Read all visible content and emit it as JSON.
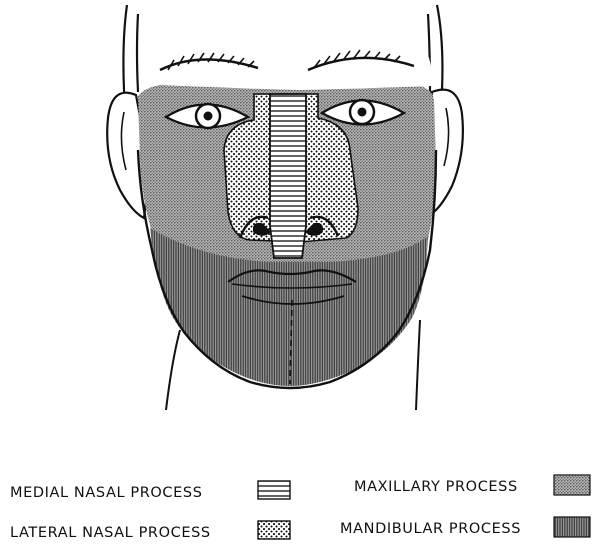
{
  "legend": {
    "items": [
      {
        "label": "MEDIAL NASAL PROCESS",
        "pattern": "horizontal-lines"
      },
      {
        "label": "LATERAL NASAL PROCESS",
        "pattern": "dots"
      },
      {
        "label": "MAXILLARY PROCESS",
        "pattern": "fine-stipple"
      },
      {
        "label": "MANDIBULAR PROCESS",
        "pattern": "dense-vertical-hatch"
      }
    ]
  },
  "colors": {
    "ink": "#111111",
    "paper": "#ffffff",
    "maxillary": "#9a9a9a",
    "mandibular": "#6a6a6a"
  }
}
